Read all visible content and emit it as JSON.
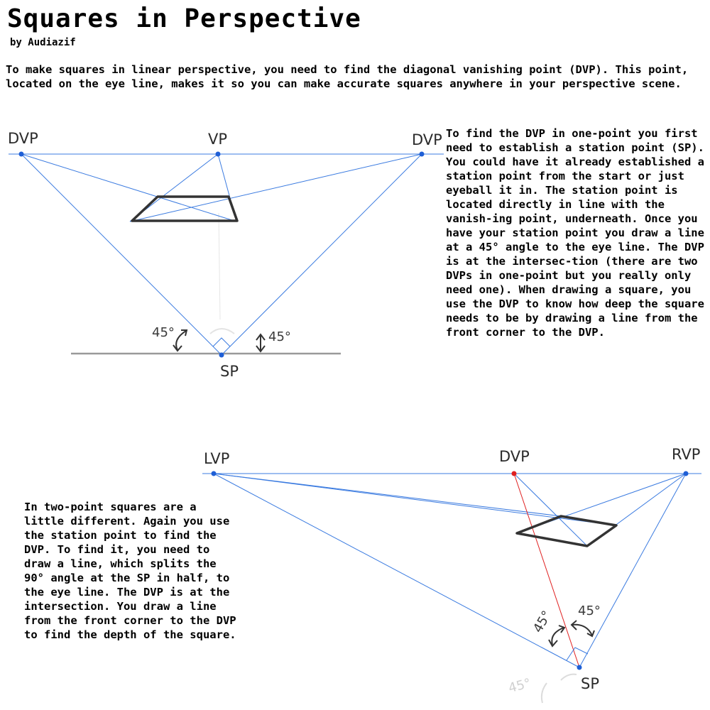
{
  "header": {
    "title": "Squares in Perspective",
    "byline": "by Audiazif"
  },
  "intro": "To make squares in linear perspective, you need to find the diagonal vanishing point (DVP). This point, located on the eye line, makes it so you can make accurate squares anywhere in your perspective scene.",
  "one_point": {
    "text": "To find the DVP in one-point you first need to establish a station point (SP). You could have it already established a station point from the start or just eyeball it in. The station point is located directly in line with the vanish-ing point, underneath. Once you have your station point you draw a line at a 45° angle to the eye line. The DVP is at the intersec-tion (there are two DVPs in one-point but you really only need one). When drawing a square, you use the DVP to know how deep the square needs to be by drawing a line from the front corner to the DVP.",
    "labels": {
      "dvp_left": "DVP",
      "vp": "VP",
      "dvp_right": "DVP",
      "sp": "SP",
      "angle_left": "45°",
      "angle_right": "45°"
    }
  },
  "two_point": {
    "text": "In two-point squares are a little different. Again you use the station point to find the DVP. To find it, you need to draw a line, which splits the 90° angle at the SP in half, to the eye line. The DVP is at the intersection. You draw a line from the front corner to the DVP to find the depth of the square.",
    "labels": {
      "lvp": "LVP",
      "dvp": "DVP",
      "rvp": "RVP",
      "sp": "SP",
      "angle_a": "45°",
      "angle_b": "45°",
      "angle_ghost": "45°"
    }
  },
  "colors": {
    "construction_line": "#3b7be0",
    "point": "#1f5fd6",
    "diagonal": "#e02020",
    "square": "#333333"
  }
}
